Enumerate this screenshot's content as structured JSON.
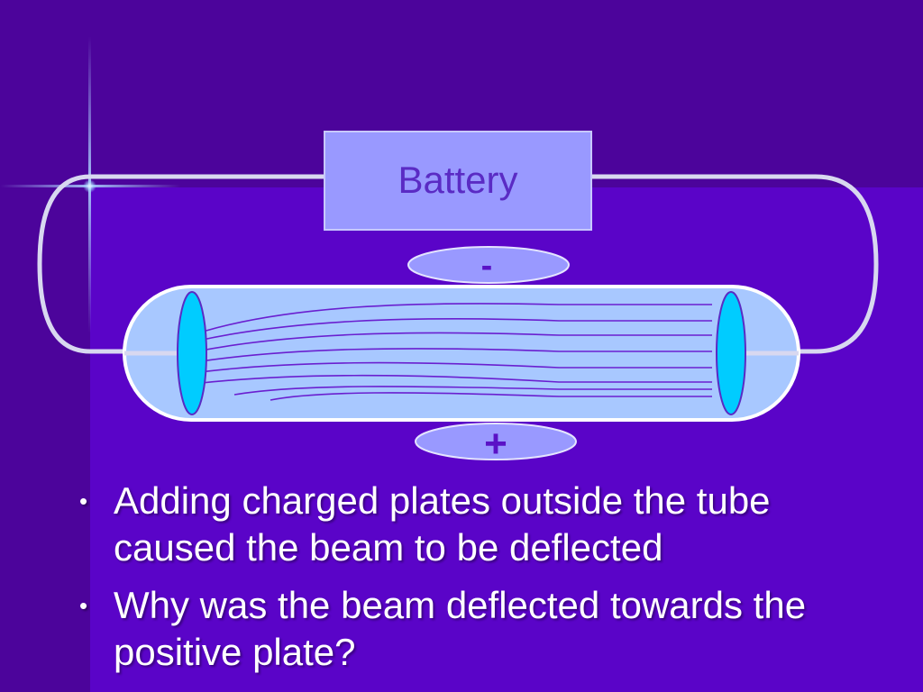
{
  "diagram": {
    "battery_label": "Battery",
    "negative_plate_label": "-",
    "positive_plate_label": "+"
  },
  "bullets": [
    "Adding charged plates outside the tube caused the beam to be deflected",
    "Why was the beam deflected towards the positive plate?"
  ],
  "colors": {
    "background": "#5a04c8",
    "background_dark": "#4c049b",
    "battery_fill": "#9999ff",
    "tube_fill": "#a8c8ff",
    "electrode": "#00ccff",
    "wire": "#d8d8f0",
    "beam": "#6a1fd0",
    "text": "#ffffff"
  }
}
